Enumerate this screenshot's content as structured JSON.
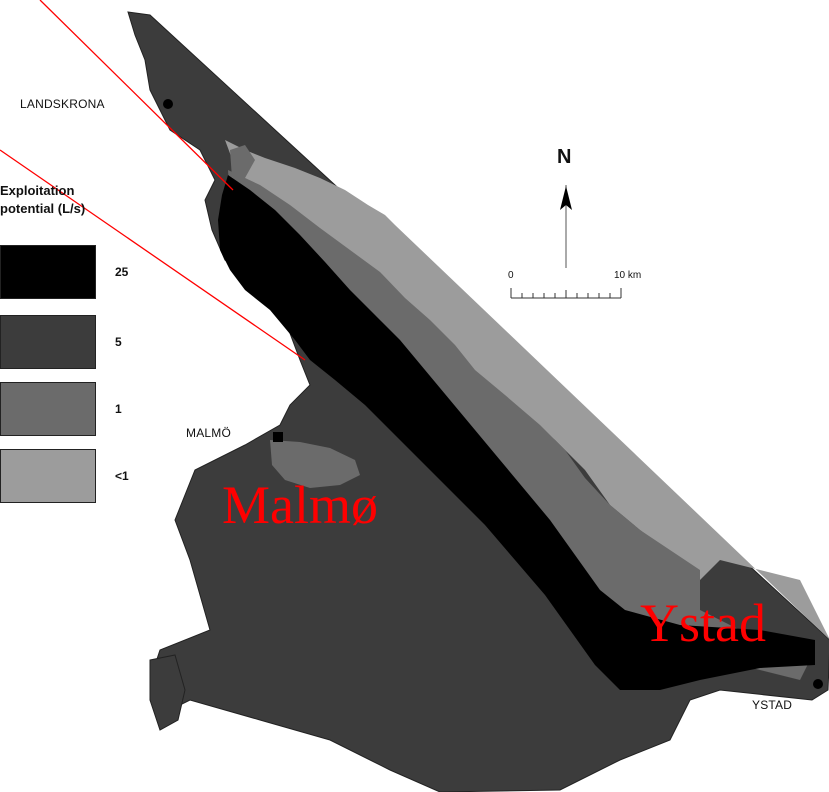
{
  "legend": {
    "title_line1": "Exploitation",
    "title_line2": "potential (L/s)",
    "classes": [
      {
        "label": "25",
        "color": "#000000"
      },
      {
        "label": "5",
        "color": "#3c3c3c"
      },
      {
        "label": "1",
        "color": "#6b6b6b"
      },
      {
        "label": "<1",
        "color": "#9c9c9c"
      }
    ]
  },
  "places": {
    "landskrona": "LANDSKRONA",
    "malmo": "MALMÖ",
    "ystad": "YSTAD"
  },
  "annotations": {
    "malmo": "Malmø",
    "ystad": "Ystad"
  },
  "north_arrow": {
    "label": "N"
  },
  "scale_bar": {
    "start_label": "0",
    "end_label": "10 km"
  },
  "colors": {
    "annotation": "#ff0000",
    "zone_25": "#000000",
    "zone_5": "#3c3c3c",
    "zone_1": "#6b6b6b",
    "zone_lt1": "#9c9c9c"
  }
}
